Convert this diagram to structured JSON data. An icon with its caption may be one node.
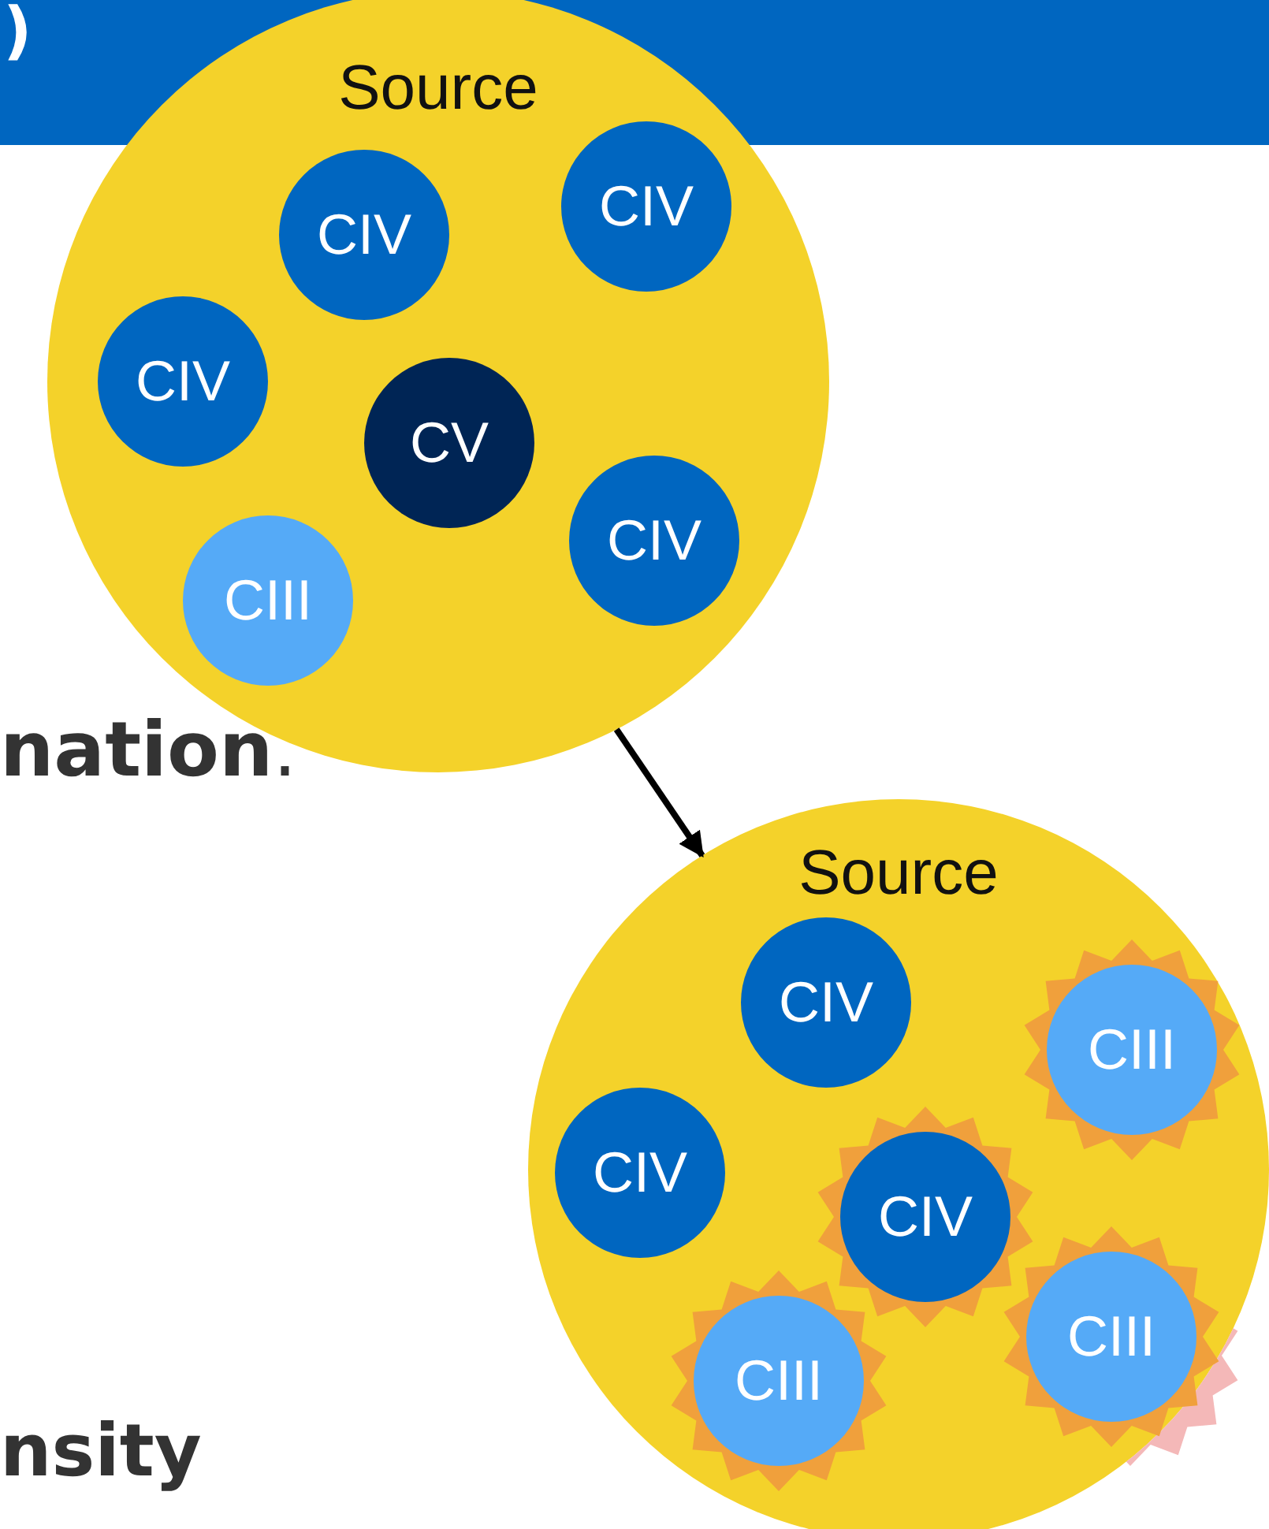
{
  "diagram": {
    "title": ")",
    "nodes": [
      {
        "text": [
          "Source"
        ]
      },
      {
        "text": [
          "CIV"
        ],
        "in": 0
      },
      {
        "text": [
          "CIV"
        ],
        "in": 0
      },
      {
        "text": [
          "CIV"
        ],
        "in": 0
      },
      {
        "text": [
          "CV"
        ],
        "in": 0
      },
      {
        "text": [
          "CIV"
        ],
        "in": 0
      },
      {
        "text": [
          "CIII"
        ],
        "in": 0
      },
      {
        "text": [
          "Source"
        ]
      },
      {
        "text": [
          "CIV"
        ],
        "in": 7
      },
      {
        "text": [
          "CIII"
        ],
        "in": 7
      },
      {
        "text": [
          "CIV"
        ],
        "in": 7
      },
      {
        "text": [
          "CIV"
        ],
        "in": 7
      },
      {
        "text": [
          "CIII"
        ],
        "in": 7
      },
      {
        "text": [
          "CIII"
        ],
        "in": 7
      }
    ],
    "edges": [
      {
        "from": 0,
        "to": 7,
        "arrow": "to"
      }
    ],
    "labels": [
      "**nation**.",
      "nsity"
    ]
  }
}
